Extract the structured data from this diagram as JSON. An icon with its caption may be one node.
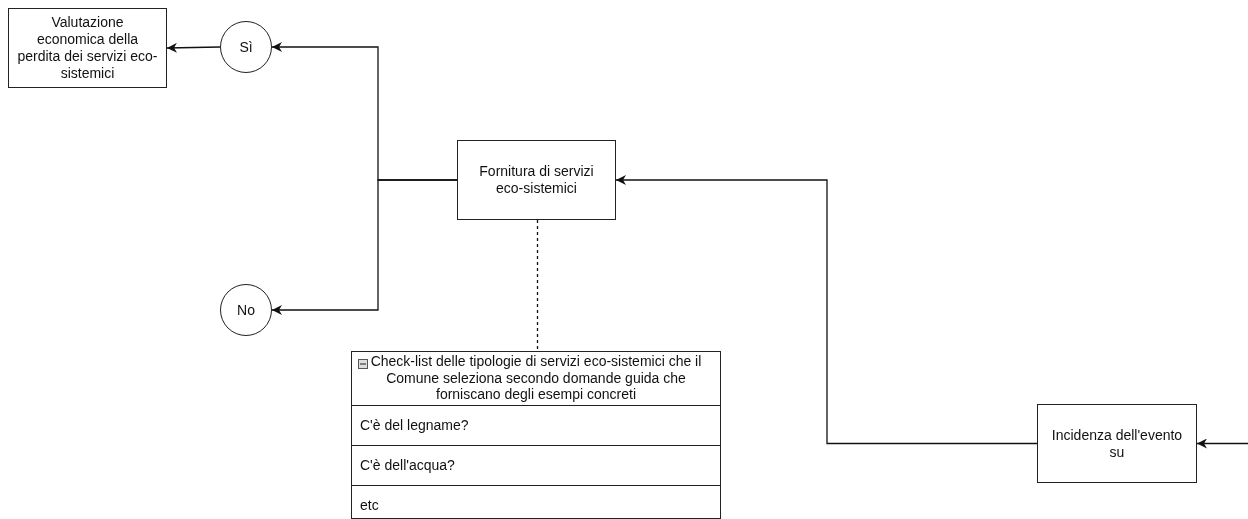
{
  "diagram": {
    "nodes": [
      {
        "text": [
          "Valutazione economica della perdita dei servizi eco-sistemici"
        ]
      },
      {
        "text": [
          "Sì"
        ]
      },
      {
        "text": [
          "Fornitura di servizi eco-sistemici"
        ]
      },
      {
        "text": [
          "No"
        ]
      },
      {
        "text": [
          "Check-list delle tipologie di servizi eco-sistemici che il Comune seleziona secondo domande guida che forniscano degli esempi concreti"
        ]
      },
      {
        "text": [
          "C'è del legname?"
        ],
        "in": 4
      },
      {
        "text": [
          "C'è dell'acqua?"
        ],
        "in": 4
      },
      {
        "text": [
          "etc"
        ],
        "in": 4
      },
      {
        "text": [
          "Incidenza dell'evento su"
        ]
      }
    ],
    "edges": [
      {
        "from": 1,
        "to": 0,
        "arrow": "to"
      },
      {
        "from": 2,
        "to": 1,
        "arrow": "to"
      },
      {
        "from": 2,
        "to": 3,
        "arrow": "to"
      },
      {
        "from": 8,
        "to": 2,
        "arrow": "to"
      },
      {
        "from": null,
        "to": 8,
        "arrow": "to"
      },
      {
        "from": 2,
        "to": 4,
        "arrow": "none",
        "style": "dashed"
      }
    ]
  }
}
